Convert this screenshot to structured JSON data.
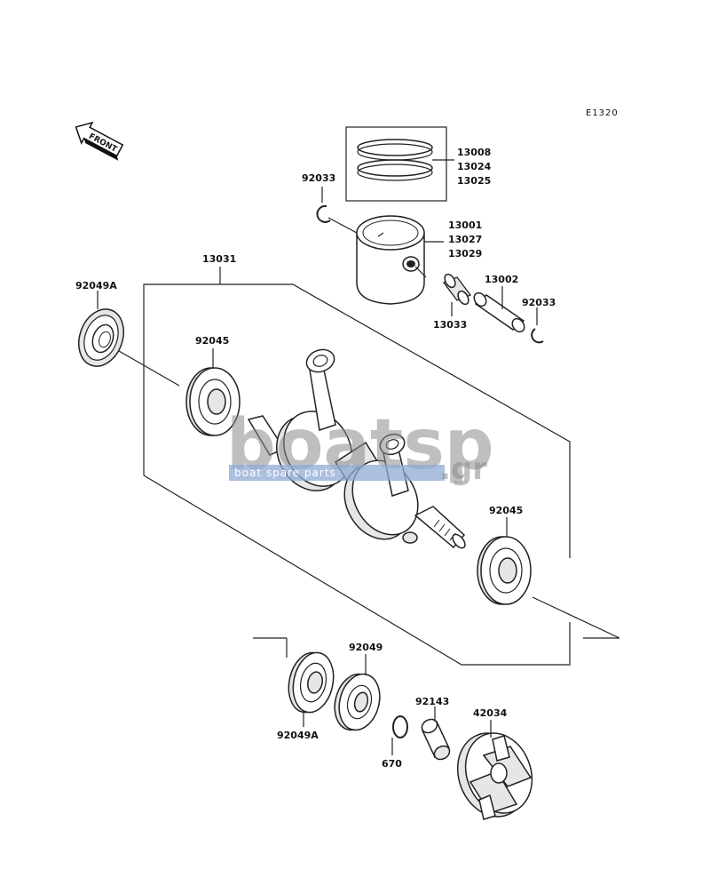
{
  "diagram": {
    "ref_code": "E1320",
    "front_label": "FRONT",
    "watermark": {
      "brand": "boatsp",
      "tagline": "boat spare parts",
      "tld": ".gr"
    },
    "parts": {
      "p13008": "13008",
      "p13024": "13024",
      "p13025": "13025",
      "p92033a": "92033",
      "p13001": "13001",
      "p13027": "13027",
      "p13029": "13029",
      "p13031": "13031",
      "p92049A_top": "92049A",
      "p92045_left": "92045",
      "p13002": "13002",
      "p92033b": "92033",
      "p13033": "13033",
      "p92045_right": "92045",
      "p92049": "92049",
      "p92049A_bottom": "92049A",
      "p92143": "92143",
      "p42034": "42034",
      "p670": "670"
    }
  }
}
